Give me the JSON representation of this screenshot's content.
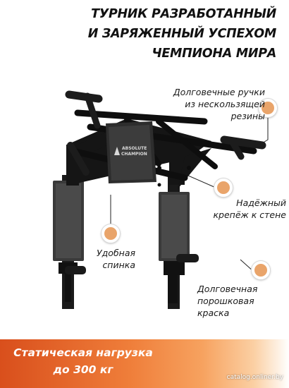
{
  "title": {
    "lines": [
      "ТУРНИК РАЗРАБОТАННЫЙ",
      "И ЗАРЯЖЕННЫЙ УСПЕХОМ",
      "ЧЕМПИОНА МИРА"
    ]
  },
  "features": {
    "handles": [
      "Долговечные ручки",
      "из нескользящей",
      "резины"
    ],
    "mount": [
      "Надёжный",
      "крепёж к стене"
    ],
    "back": [
      "Удобная",
      "спинка"
    ],
    "paint": [
      "Долговечная",
      "порошковая",
      "краска"
    ]
  },
  "backrest_logo": [
    "ABSOLUTE",
    "CHAMPION"
  ],
  "promo": {
    "lines": [
      "Статическая нагрузка",
      "до 300 кг"
    ]
  },
  "watermark": "catalog.onliner.by",
  "colors": {
    "accent_dot": "#e9a46a",
    "bar_start": "#d94f1c",
    "bar_end": "#f7a25f"
  }
}
